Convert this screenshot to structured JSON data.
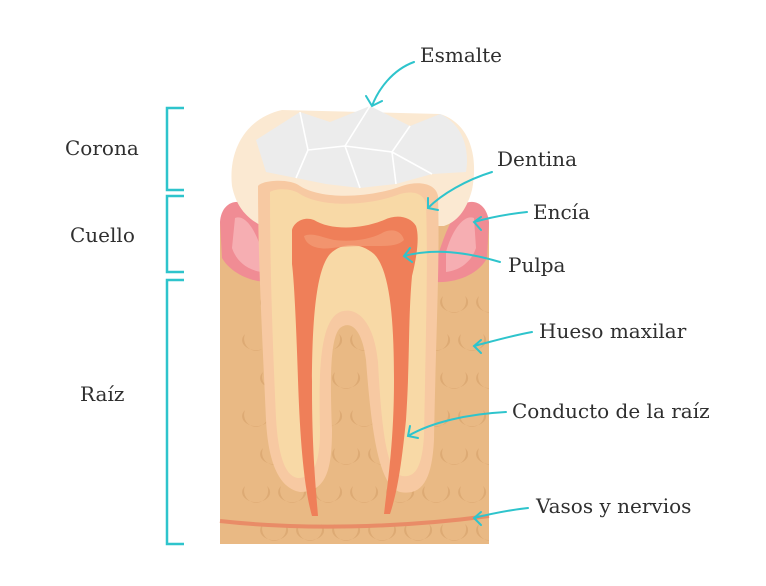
{
  "diagram": {
    "sections": [
      {
        "id": "corona",
        "label": "Corona"
      },
      {
        "id": "cuello",
        "label": "Cuello"
      },
      {
        "id": "raiz",
        "label": "Raíz"
      }
    ],
    "parts": [
      {
        "id": "esmalte",
        "label": "Esmalte"
      },
      {
        "id": "dentina",
        "label": "Dentina"
      },
      {
        "id": "encia",
        "label": "Encía"
      },
      {
        "id": "pulpa",
        "label": "Pulpa"
      },
      {
        "id": "hueso",
        "label": "Hueso maxilar"
      },
      {
        "id": "conducto",
        "label": "Conducto de la raíz"
      },
      {
        "id": "vasos",
        "label": "Vasos y nervios"
      }
    ]
  },
  "colors": {
    "accent": "#2ec4cc",
    "bone": "#e9b984",
    "bone_pattern": "#ddaa74",
    "gum": "#f08c94",
    "gum_light": "#f6aeb2",
    "dentin": "#f8d9a6",
    "root_edge": "#f7c9a2",
    "pulp": "#ef7f59",
    "enamel": "#ececec",
    "crown_base": "#fbe9d2",
    "vessel": "#e98c67"
  }
}
